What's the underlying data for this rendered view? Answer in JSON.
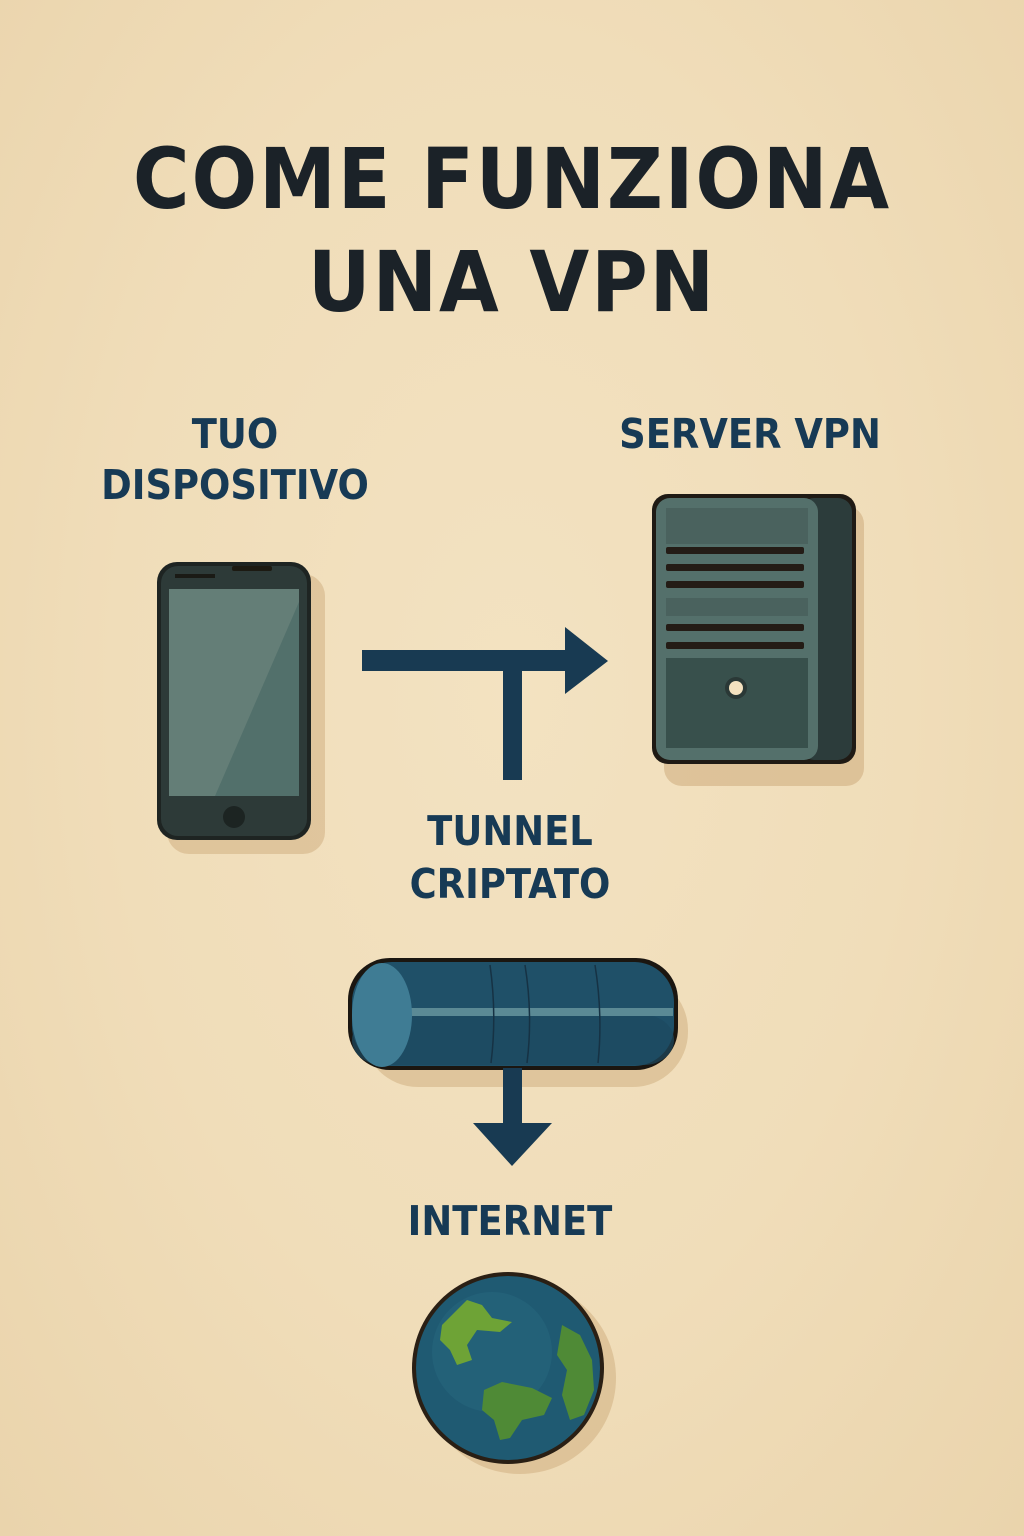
{
  "title": {
    "line1": "COME FUNZIONA",
    "line2": "UNA VPN"
  },
  "nodes": {
    "device": {
      "label_line1": "TUO",
      "label_line2": "DISPOSITIVO",
      "icon": "smartphone-icon"
    },
    "server": {
      "label": "SERVER VPN",
      "icon": "server-tower-icon"
    },
    "tunnel": {
      "label_line1": "TUNNEL",
      "label_line2": "CRIPTATO",
      "icon": "tunnel-pipe-icon"
    },
    "internet": {
      "label": "INTERNET",
      "icon": "globe-icon"
    }
  },
  "connectors": [
    {
      "from": "device",
      "to": "server",
      "icon": "arrow-right-icon"
    },
    {
      "from": "tunnel",
      "to": "internet",
      "icon": "arrow-down-icon"
    }
  ],
  "colors": {
    "background": "#f0ddb9",
    "title": "#1b2228",
    "labels": "#173a55",
    "arrow": "#183a52",
    "device_body": "#2b3735",
    "device_screen": "#5e7872",
    "server_front": "#4d625d",
    "server_side": "#2d3d3c",
    "tunnel": "#1f5068",
    "globe_ocean": "#1f5a72",
    "globe_land": "#6ea336"
  }
}
